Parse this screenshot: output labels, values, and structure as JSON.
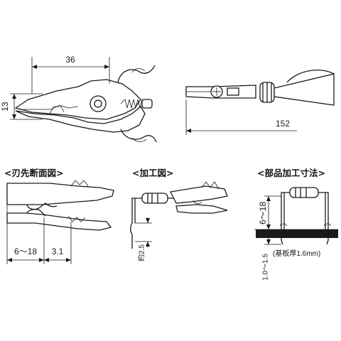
{
  "top_view": {
    "dim_jaw_length": "36",
    "dim_jaw_height": "13",
    "dim_total_length": "152"
  },
  "blade_section": {
    "title": "<刃先断面図>",
    "dim_cut_range": "6～18",
    "dim_edge_offset": "3.1"
  },
  "processing": {
    "title": "<加工図>",
    "dim_bend_length": "約2.5"
  },
  "part_processing": {
    "title": "<部品加工寸法>",
    "dim_lead_height": "6～18",
    "dim_protrusion": "1.0～1.5",
    "board_note": "(基板厚1.6mm)"
  }
}
